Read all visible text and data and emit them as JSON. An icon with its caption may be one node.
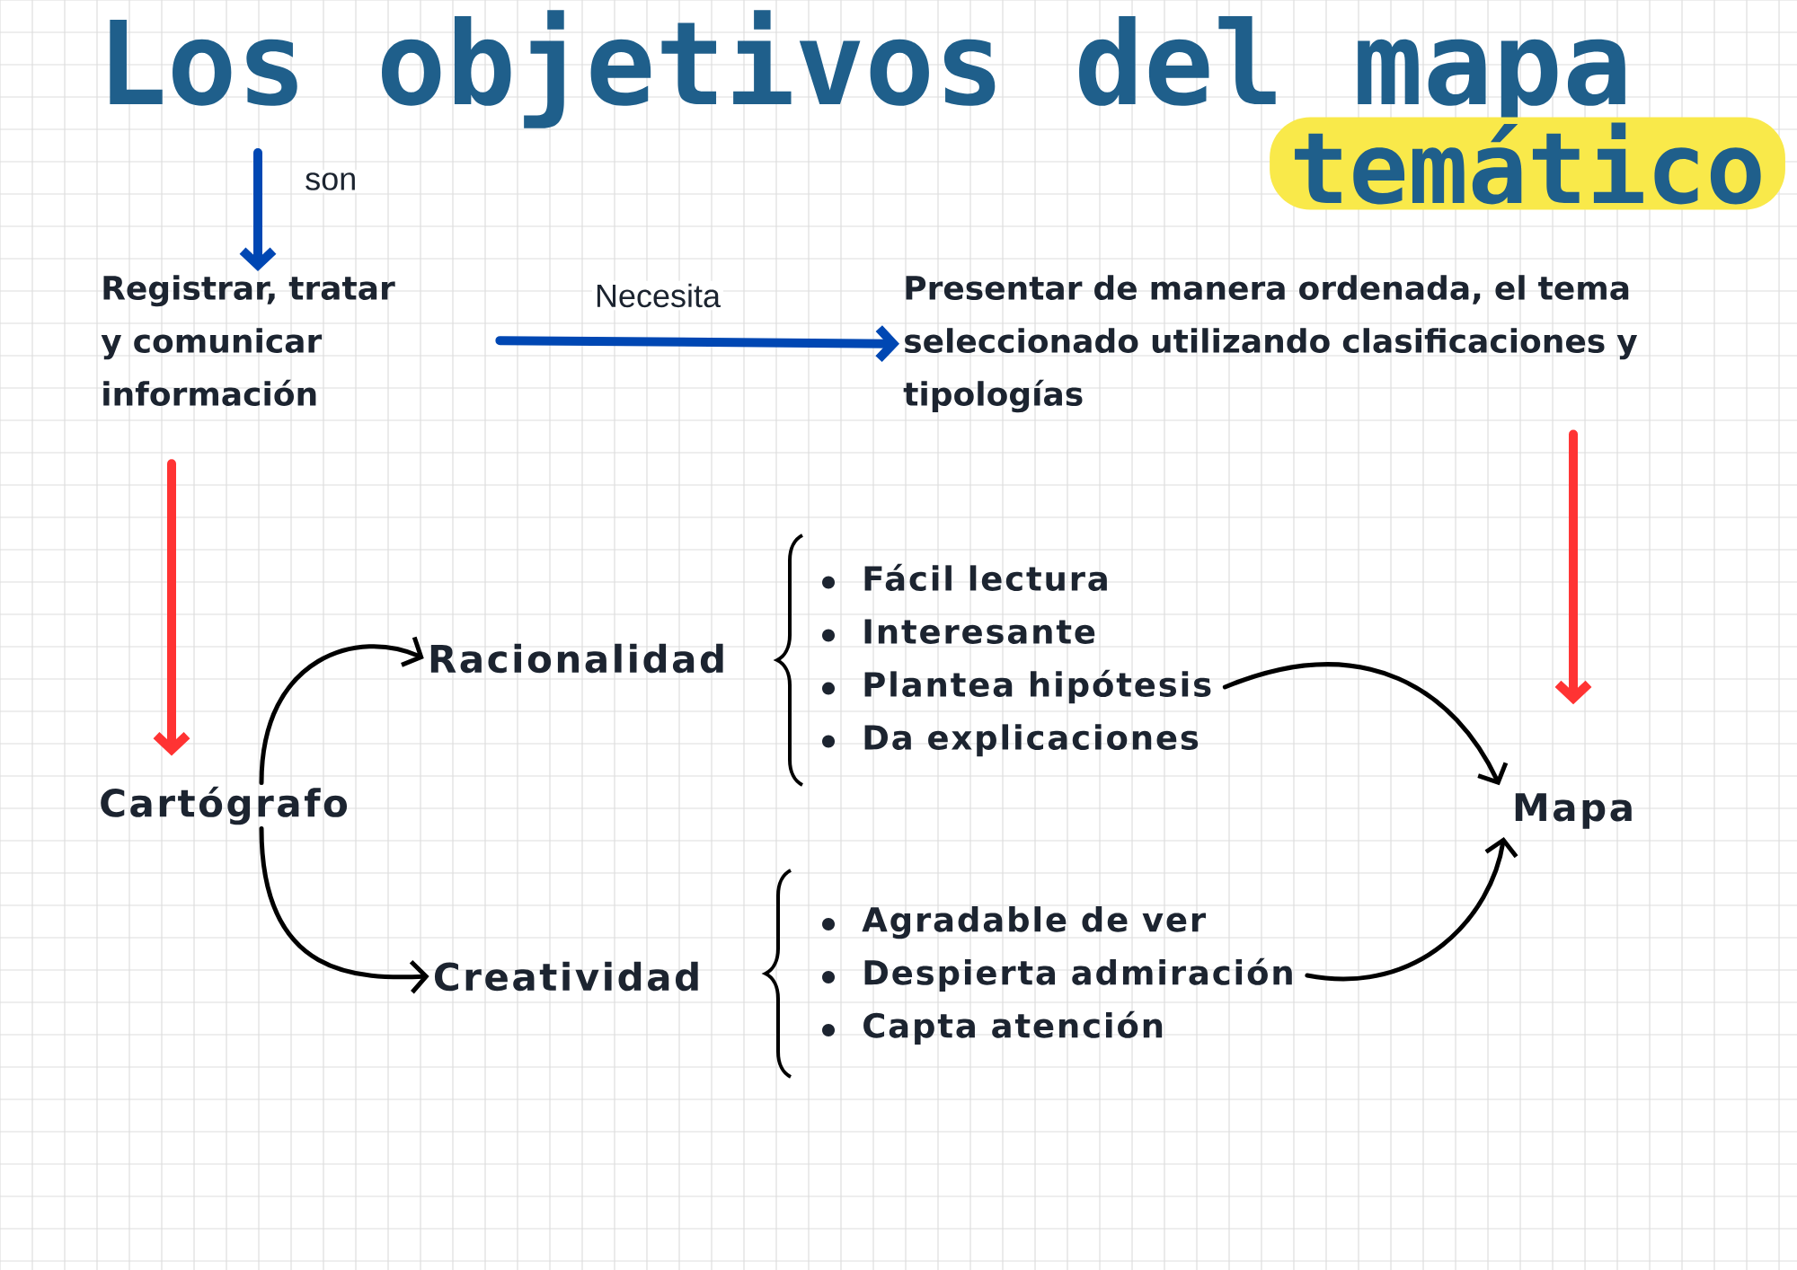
{
  "diagram": {
    "title": "Los objetivos del mapa",
    "nodes": [
      {
        "text": [
          "Registrar, tratar y comunicar información"
        ]
      },
      {
        "text": [
          "Presentar de manera ordenada, el tema seleccionado utilizando clasificaciones y tipologías"
        ]
      },
      {
        "text": [
          "Cartógrafo"
        ]
      },
      {
        "text": [
          "Racionalidad"
        ]
      },
      {
        "text": [
          "Creatividad"
        ]
      },
      {
        "text": [
          "Mapa"
        ]
      },
      {
        "text": [
          "Fácil lectura",
          "Interesante",
          "Plantea hipótesis",
          "Da explicaciones"
        ]
      },
      {
        "text": [
          "Agradable de ver",
          "Despierta admiración",
          "Capta atención"
        ]
      }
    ],
    "edges": [
      {
        "from": null,
        "to": 0,
        "arrow": "to",
        "label": "son",
        "style": "thick",
        "color": "#0047b3"
      },
      {
        "from": 0,
        "to": 1,
        "arrow": "to",
        "label": "Necesita",
        "style": "thick",
        "color": "#0047b3"
      },
      {
        "from": 0,
        "to": 2,
        "arrow": "to",
        "style": "thick",
        "color": "#ff3333"
      },
      {
        "from": 1,
        "to": 5,
        "arrow": "to",
        "style": "thick",
        "color": "#ff3333"
      },
      {
        "from": 2,
        "to": 3,
        "arrow": "to"
      },
      {
        "from": 2,
        "to": 4,
        "arrow": "to"
      },
      {
        "from": 6,
        "to": 5,
        "arrow": "to"
      },
      {
        "from": 7,
        "to": 5,
        "arrow": "to"
      }
    ],
    "labels": [
      "temático"
    ]
  }
}
